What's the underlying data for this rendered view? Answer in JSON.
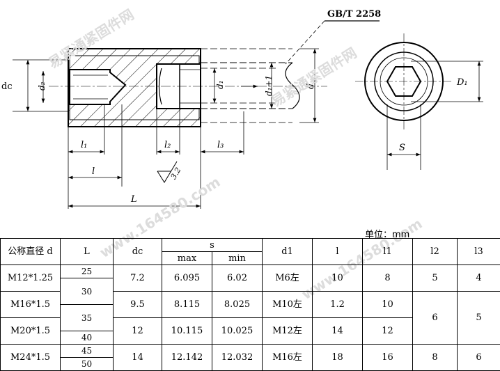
{
  "drawing": {
    "standard_label": "GB/T 2258",
    "dim_dc": "dc",
    "dim_d2": "d₂",
    "dim_d1": "d₁",
    "dim_d1_plus": "d₁+1",
    "dim_d": "d",
    "dim_l1": "l₁",
    "dim_l2": "l₂",
    "dim_l3": "l₃",
    "dim_l": "l",
    "dim_L": "L",
    "dim_D1": "D₁",
    "dim_S": "S",
    "roughness": "3.2"
  },
  "watermark": {
    "text_cn": "易紧通紧固件网",
    "text_url": "www.164580.com"
  },
  "unit_label": "单位：mm",
  "table": {
    "headers": {
      "nominal": "公称直径 d",
      "L": "L",
      "dc": "dc",
      "s": "s",
      "s_max": "max",
      "s_min": "min",
      "d1": "d1",
      "l": "l",
      "l1": "l1",
      "l2": "l2",
      "l3": "l3"
    },
    "rows": [
      {
        "nominal": "M12*1.25",
        "L": [
          "25",
          "30"
        ],
        "dc": "7.2",
        "s_max": "6.095",
        "s_min": "6.02",
        "d1": "M6左",
        "l": "10",
        "l1": "8",
        "l2": "5",
        "l3": "4"
      },
      {
        "nominal": "M16*1.5",
        "L": [
          "35"
        ],
        "dc": "9.5",
        "s_max": "8.115",
        "s_min": "8.025",
        "d1": "M10左",
        "l": "1.2",
        "l1": "10",
        "l2": "6",
        "l3": "5"
      },
      {
        "nominal": "M20*1.5",
        "L": [
          "40"
        ],
        "dc": "12",
        "s_max": "10.115",
        "s_min": "10.025",
        "d1": "M12左",
        "l": "14",
        "l1": "12",
        "l2": "",
        "l3": ""
      },
      {
        "nominal": "M24*1.5",
        "L": [
          "45",
          "50"
        ],
        "dc": "14",
        "s_max": "12.142",
        "s_min": "12.032",
        "d1": "M16左",
        "l": "18",
        "l1": "16",
        "l2": "8",
        "l3": "6"
      }
    ]
  }
}
